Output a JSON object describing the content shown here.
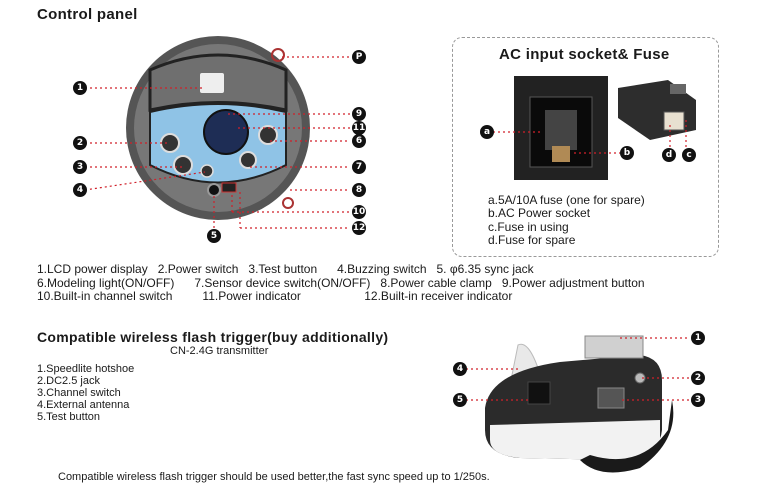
{
  "control_panel": {
    "title": "Control panel",
    "callouts": [
      "1",
      "2",
      "3",
      "4",
      "5",
      "6",
      "7",
      "8",
      "9",
      "10",
      "11",
      "12",
      "P"
    ],
    "legend_lines": [
      "1.LCD power display   2.Power switch   3.Test button      4.Buzzing switch   5. φ6.35 sync jack",
      "6.Modeling light(ON/OFF)      7.Sensor device switch(ON/OFF)   8.Power cable clamp   9.Power adjustment button",
      "10.Built-in channel switch         11.Power indicator                   12.Built-in receiver indicator"
    ]
  },
  "ac_socket": {
    "title": "AC input socket& Fuse",
    "callouts": [
      "a",
      "b",
      "c",
      "d"
    ],
    "items": [
      "a.5A/10A fuse (one for spare)",
      "b.AC Power socket",
      "c.Fuse in using",
      "d.Fuse for spare"
    ]
  },
  "trigger": {
    "title": "Compatible wireless flash trigger(buy additionally)",
    "subtitle": "CN-2.4G transmitter",
    "items": [
      "1.Speedlite hotshoe",
      "2.DC2.5 jack",
      "3.Channel switch",
      "4.External antenna",
      "5.Test button"
    ],
    "callouts": [
      "1",
      "2",
      "3",
      "4",
      "5"
    ]
  },
  "footer_note": "Compatible  wireless flash trigger should be used better,the fast sync speed up to 1/250s.",
  "colors": {
    "panel_blue": "#8fc3e6",
    "callout_dot_line": "#d0202a",
    "device_dark": "#2b2b2b"
  }
}
